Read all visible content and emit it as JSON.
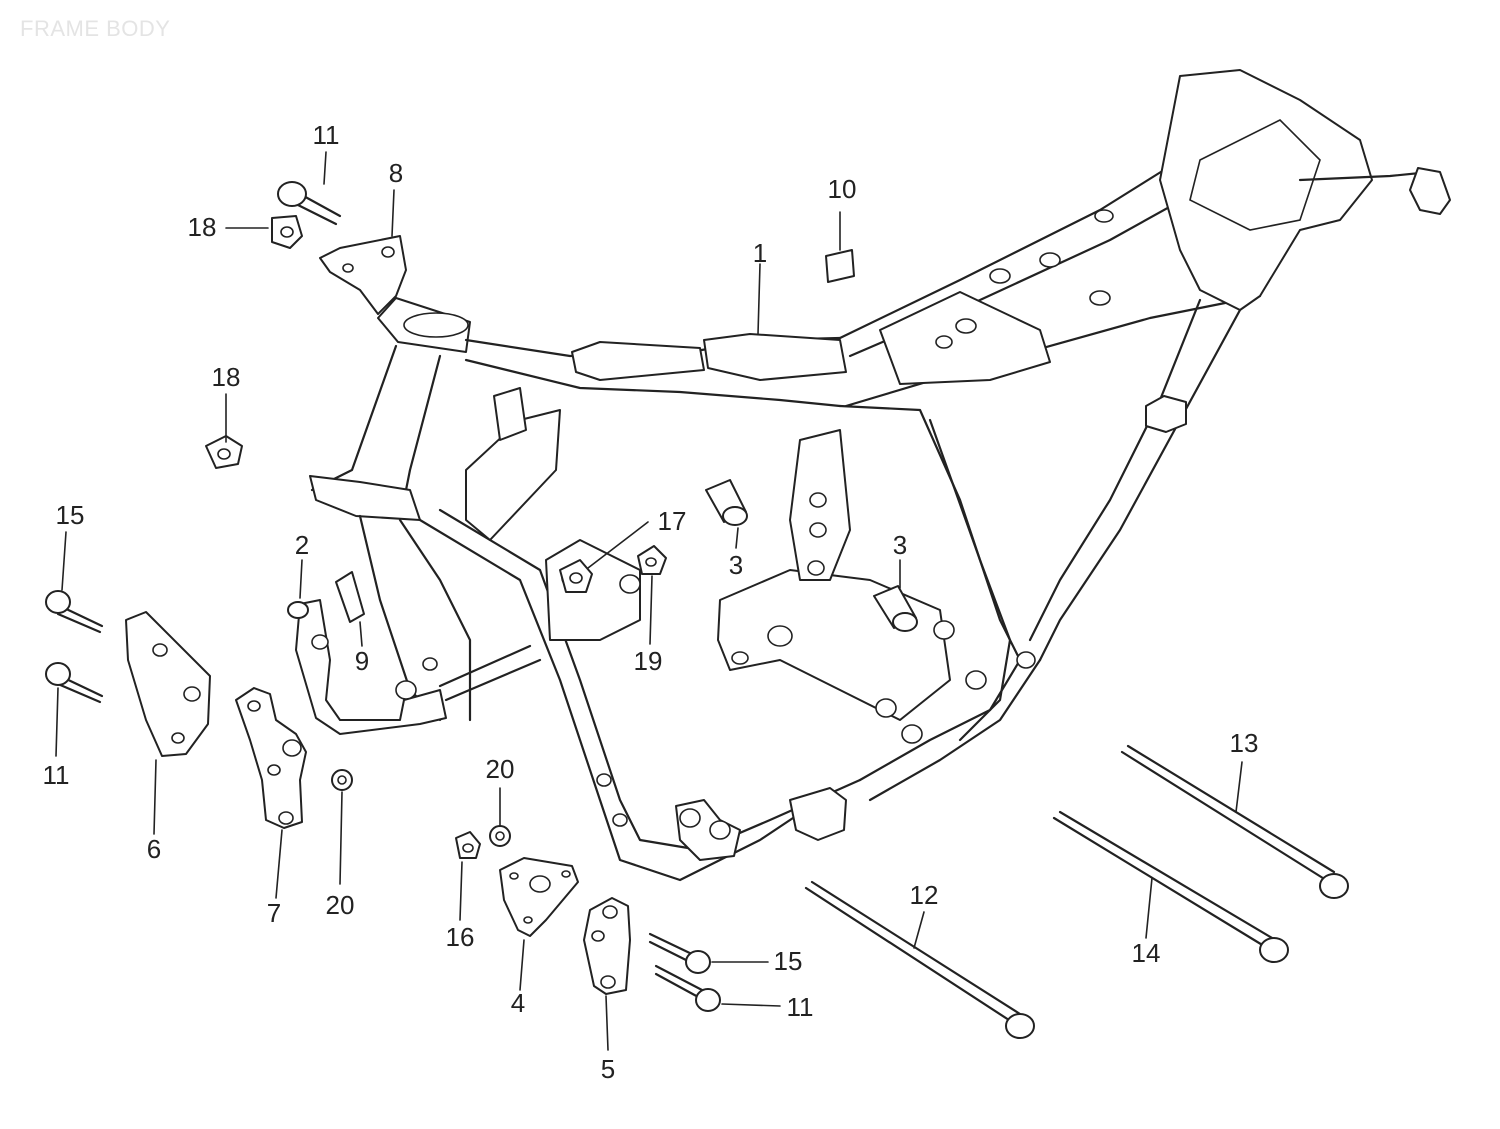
{
  "title": "FRAME BODY",
  "callouts": [
    {
      "id": "1",
      "label": "1"
    },
    {
      "id": "2",
      "label": "2"
    },
    {
      "id": "3a",
      "label": "3"
    },
    {
      "id": "3b",
      "label": "3"
    },
    {
      "id": "4",
      "label": "4"
    },
    {
      "id": "5",
      "label": "5"
    },
    {
      "id": "6",
      "label": "6"
    },
    {
      "id": "7",
      "label": "7"
    },
    {
      "id": "8",
      "label": "8"
    },
    {
      "id": "9",
      "label": "9"
    },
    {
      "id": "10",
      "label": "10"
    },
    {
      "id": "11a",
      "label": "11"
    },
    {
      "id": "11b",
      "label": "11"
    },
    {
      "id": "11c",
      "label": "11"
    },
    {
      "id": "12",
      "label": "12"
    },
    {
      "id": "13",
      "label": "13"
    },
    {
      "id": "14",
      "label": "14"
    },
    {
      "id": "15a",
      "label": "15"
    },
    {
      "id": "15b",
      "label": "15"
    },
    {
      "id": "16",
      "label": "16"
    },
    {
      "id": "17",
      "label": "17"
    },
    {
      "id": "18a",
      "label": "18"
    },
    {
      "id": "18b",
      "label": "18"
    },
    {
      "id": "19",
      "label": "19"
    },
    {
      "id": "20a",
      "label": "20"
    },
    {
      "id": "20b",
      "label": "20"
    }
  ]
}
